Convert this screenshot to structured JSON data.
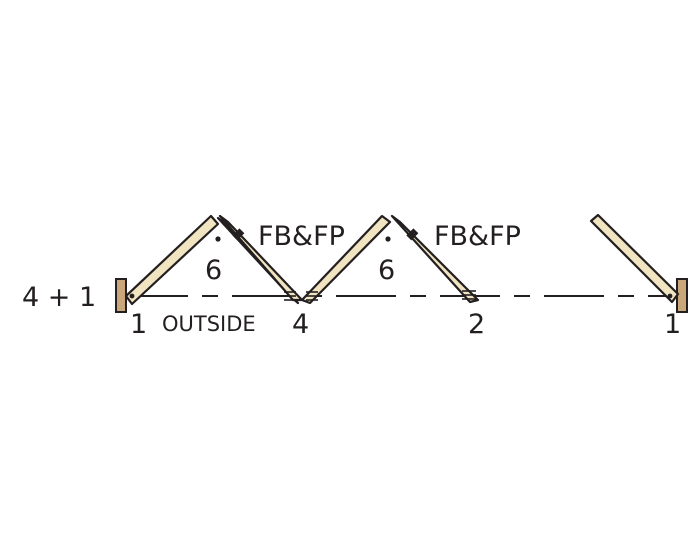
{
  "diagram": {
    "configuration_label": "4 + 1",
    "side_label": "OUTSIDE",
    "hardware_label_1": "FB&FP",
    "hardware_label_2": "FB&FP",
    "stack_count_1": "6",
    "stack_count_2": "6",
    "position_labels": [
      "1",
      "4",
      "2",
      "1"
    ],
    "colors": {
      "panel_fill": "#f1e4c0",
      "jamb_fill": "#c9a779",
      "line": "#231f20"
    }
  }
}
